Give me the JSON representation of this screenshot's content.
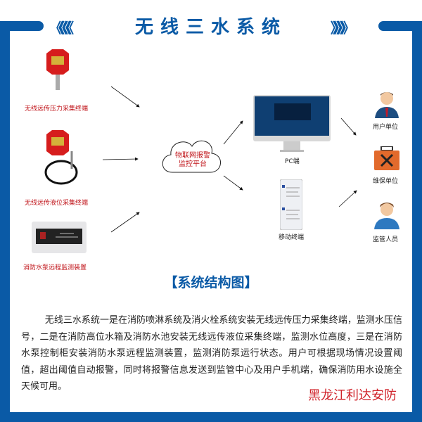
{
  "header": {
    "title": "无线三水系统",
    "left_chevrons": "《《《《",
    "right_chevrons": "》》》》"
  },
  "devices": [
    {
      "label": "无线远传压力采集终端"
    },
    {
      "label": "无线远传液位采集终端"
    },
    {
      "label": "消防水泵远程监测装置"
    }
  ],
  "platform": {
    "line1": "物联网报警",
    "line2": "监控平台"
  },
  "terminals": [
    {
      "label": "PC端"
    },
    {
      "label": "移动终端"
    }
  ],
  "recipients": [
    {
      "label": "用户单位"
    },
    {
      "label": "维保单位"
    },
    {
      "label": "监管人员"
    }
  ],
  "subtitle": "【系统结构图】",
  "description": "无线三水系统一是在消防喷淋系统及消火栓系统安装无线远传压力采集终端，监测水压信号，二是在消防高位水箱及消防水池安装无线远传液位采集终端，监测水位高度，三是在消防水泵控制柜安装消防水泵远程监测装置，监测消防泵运行状态。用户可根据现场情况设置阈值，超出阈值自动报警，同时将报警信息发送到监管中心及用户手机端，确保消防用水设施全天候可用。",
  "brand": "黑龙江利达安防",
  "colors": {
    "frame": "#0a5aa6",
    "red": "#c0141a"
  }
}
